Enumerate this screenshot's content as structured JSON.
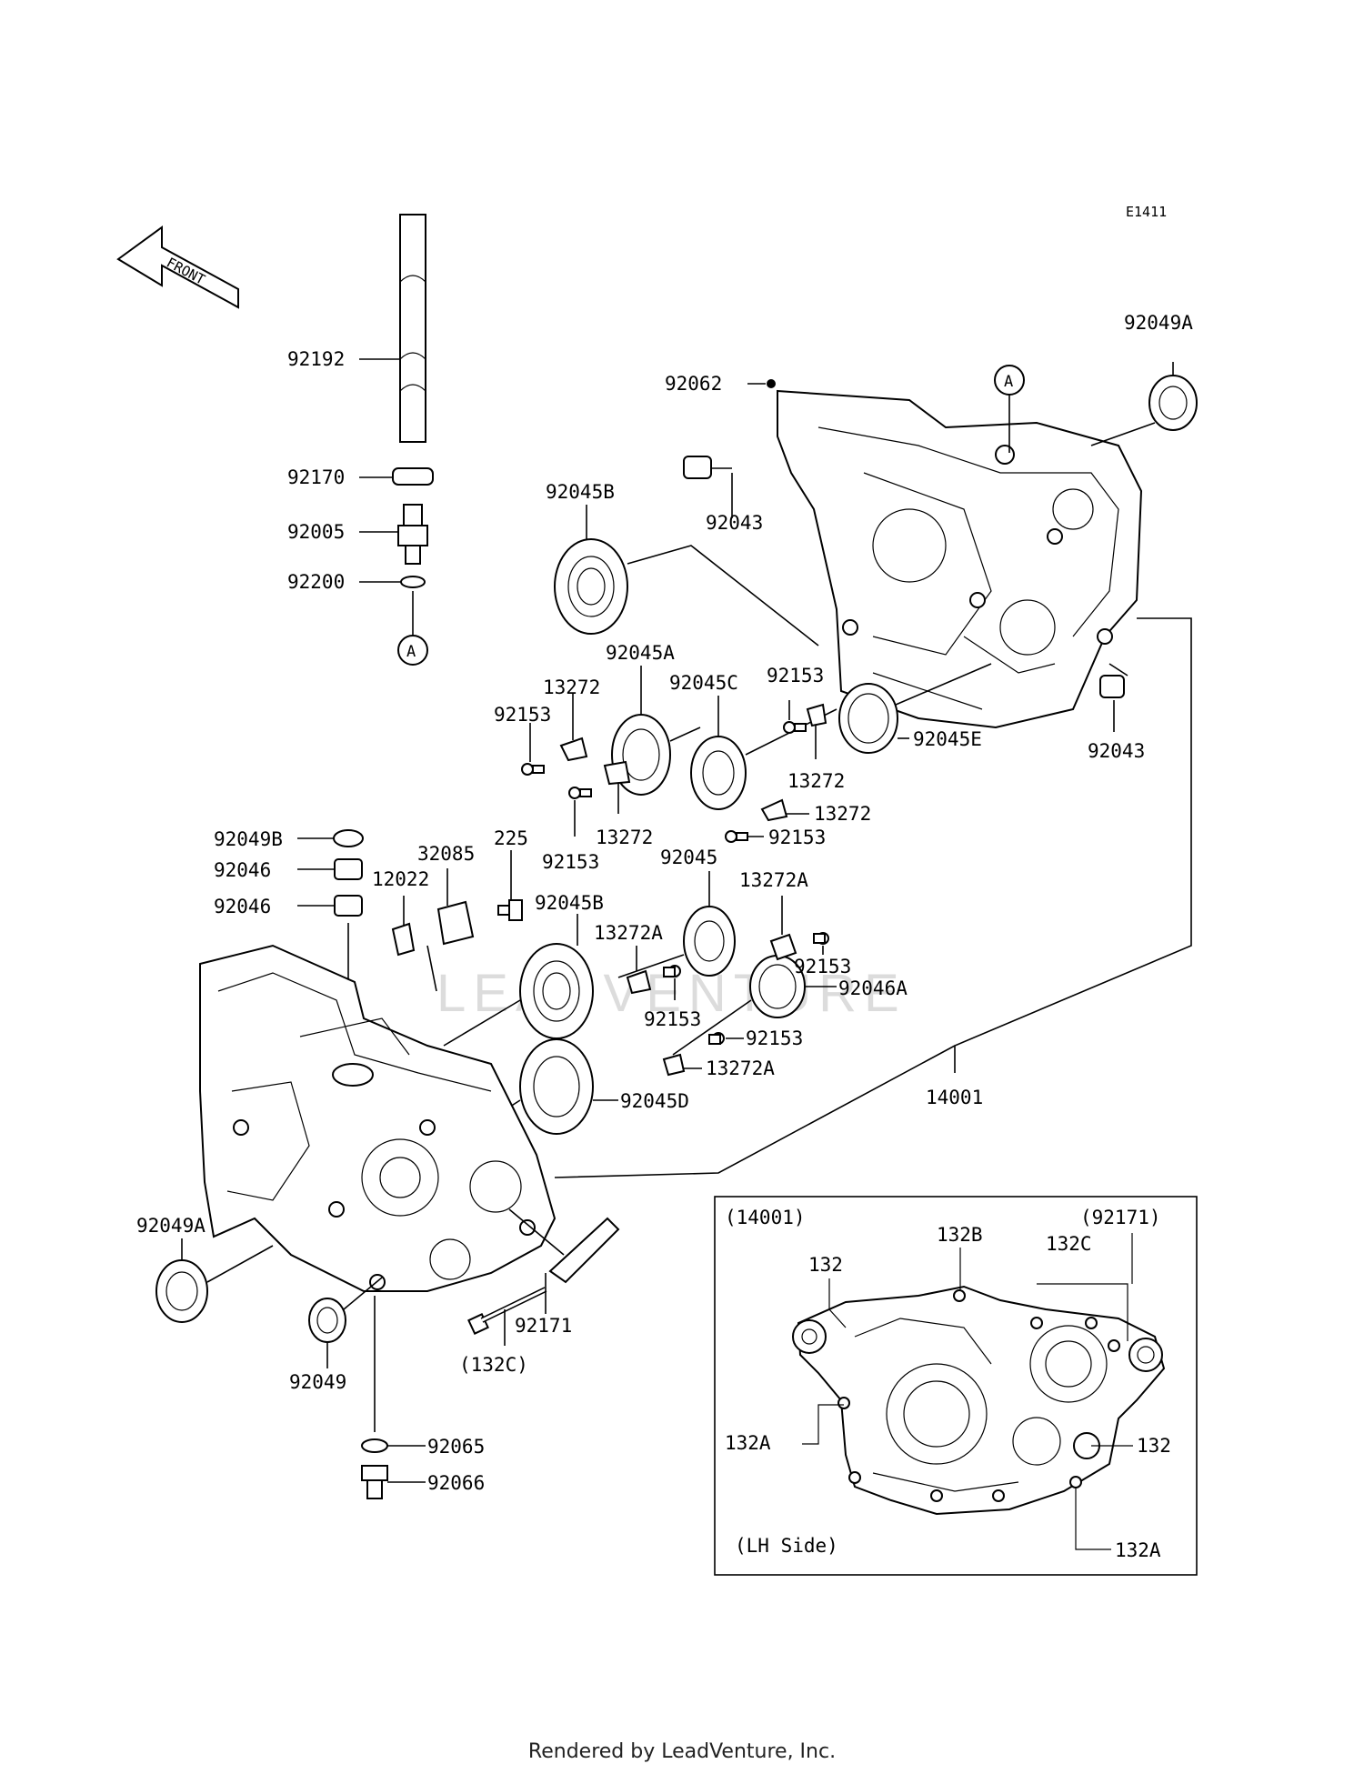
{
  "diagram_id": "E1411",
  "front_label": "FRONT",
  "watermark": "LEADVENTURE",
  "footer": "Rendered by LeadVenture, Inc.",
  "callouts": {
    "p92192": "92192",
    "p92170": "92170",
    "p92005": "92005",
    "p92200": "92200",
    "refA1": "A",
    "p92062": "92062",
    "refA2": "A",
    "p92049A_top": "92049A",
    "p92043_a": "92043",
    "p92045B_top": "92045B",
    "p92045A": "92045A",
    "p92045C": "92045C",
    "p92153_a": "92153",
    "p13272_a": "13272",
    "p92153_b": "92153",
    "p92045E": "92045E",
    "p92043_b": "92043",
    "p13272_b": "13272",
    "p13272_c": "13272",
    "p13272_d": "13272",
    "p92153_c": "92153",
    "p92153_d": "92153",
    "p92049B": "92049B",
    "p32085": "32085",
    "p225": "225",
    "p92046_a": "92046",
    "p12022": "12022",
    "p92045": "92045",
    "p13272A_a": "13272A",
    "p92046_b": "92046",
    "p92045B_mid": "92045B",
    "p13272A_b": "13272A",
    "p92153_e": "92153",
    "p92046A": "92046A",
    "p92153_f": "92153",
    "p92153_g": "92153",
    "p13272A_c": "13272A",
    "p14001": "14001",
    "p92045D": "92045D",
    "p92049A_bot": "92049A",
    "p92171": "92171",
    "p132C_paren": "(132C)",
    "p92049": "92049",
    "p92065": "92065",
    "p92066": "92066"
  },
  "inset": {
    "title": "(14001)",
    "ref_92171": "(92171)",
    "p132_top": "132",
    "p132B": "132B",
    "p132C": "132C",
    "p132A_left": "132A",
    "p132_right": "132",
    "p132A_bottom": "132A",
    "side_note": "(LH Side)"
  }
}
